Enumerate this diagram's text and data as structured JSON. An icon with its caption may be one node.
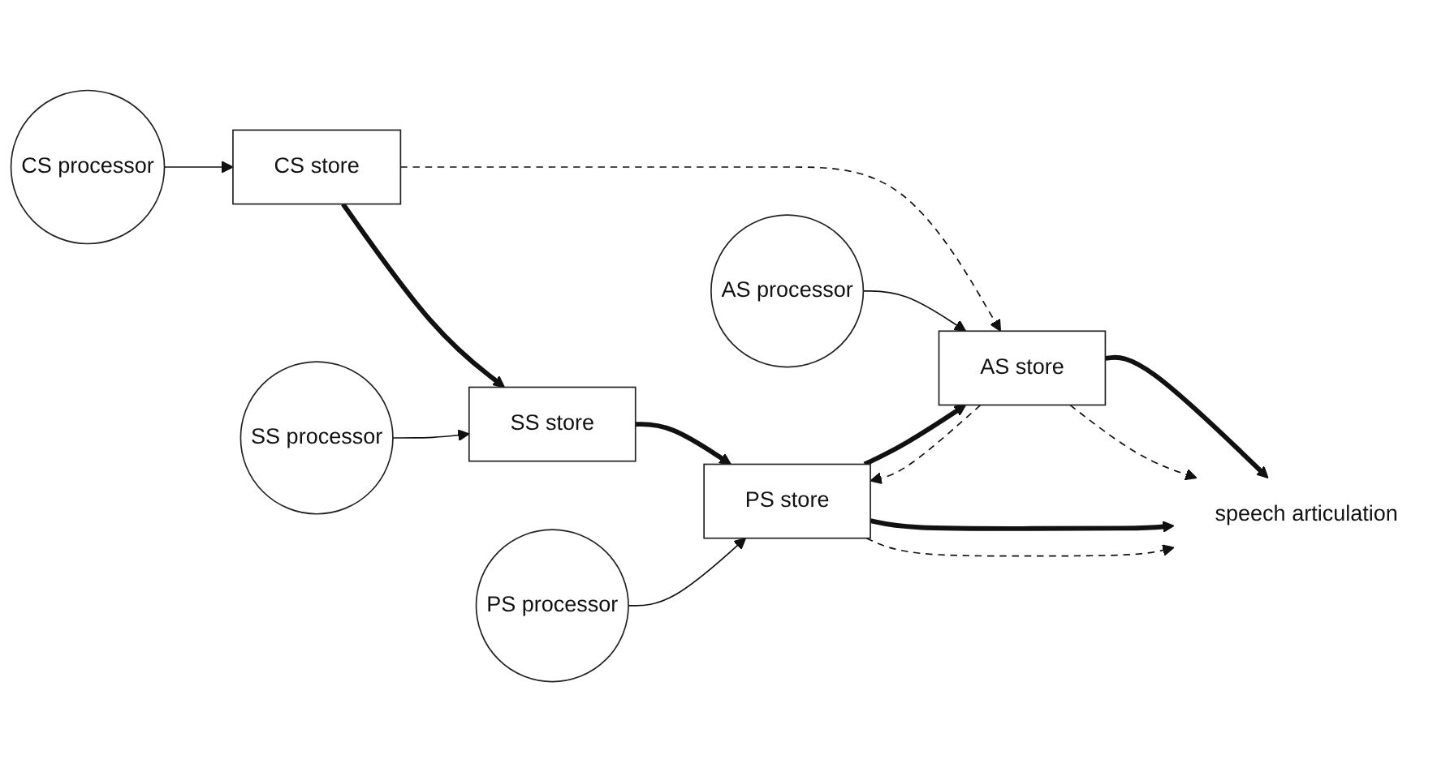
{
  "diagram": {
    "nodes": [
      {
        "text": [
          "CS store"
        ]
      },
      {
        "text": [
          "CS processor"
        ]
      },
      {
        "text": [
          "SS processor"
        ]
      },
      {
        "text": [
          "SS store"
        ]
      },
      {
        "text": [
          "AS store"
        ]
      },
      {
        "text": [
          "AS processor"
        ]
      },
      {
        "text": [
          "PS processor"
        ]
      },
      {
        "text": [
          "PS store"
        ]
      },
      {
        "text": [
          "speech articulation"
        ]
      }
    ],
    "edges": [
      {
        "from": 1,
        "to": 0,
        "arrow": "to"
      },
      {
        "from": 0,
        "to": 3,
        "arrow": "to",
        "style": "thick"
      },
      {
        "from": 0,
        "to": 4,
        "arrow": "to",
        "style": "dashed"
      },
      {
        "from": 2,
        "to": 3,
        "arrow": "to"
      },
      {
        "from": 3,
        "to": 7,
        "arrow": "to",
        "style": "thick"
      },
      {
        "from": 5,
        "to": 4,
        "arrow": "to"
      },
      {
        "from": 6,
        "to": 7,
        "arrow": "to"
      },
      {
        "from": 7,
        "to": 4,
        "arrow": "to",
        "style": "thick"
      },
      {
        "from": 4,
        "to": 7,
        "arrow": "to",
        "style": "dashed"
      },
      {
        "from": 4,
        "to": 8,
        "arrow": "to",
        "style": "thick"
      },
      {
        "from": 4,
        "to": 8,
        "arrow": "to",
        "style": "dashed"
      },
      {
        "from": 7,
        "to": 8,
        "arrow": "to",
        "style": "thick"
      },
      {
        "from": 7,
        "to": 8,
        "arrow": "to",
        "style": "dashed"
      }
    ]
  }
}
